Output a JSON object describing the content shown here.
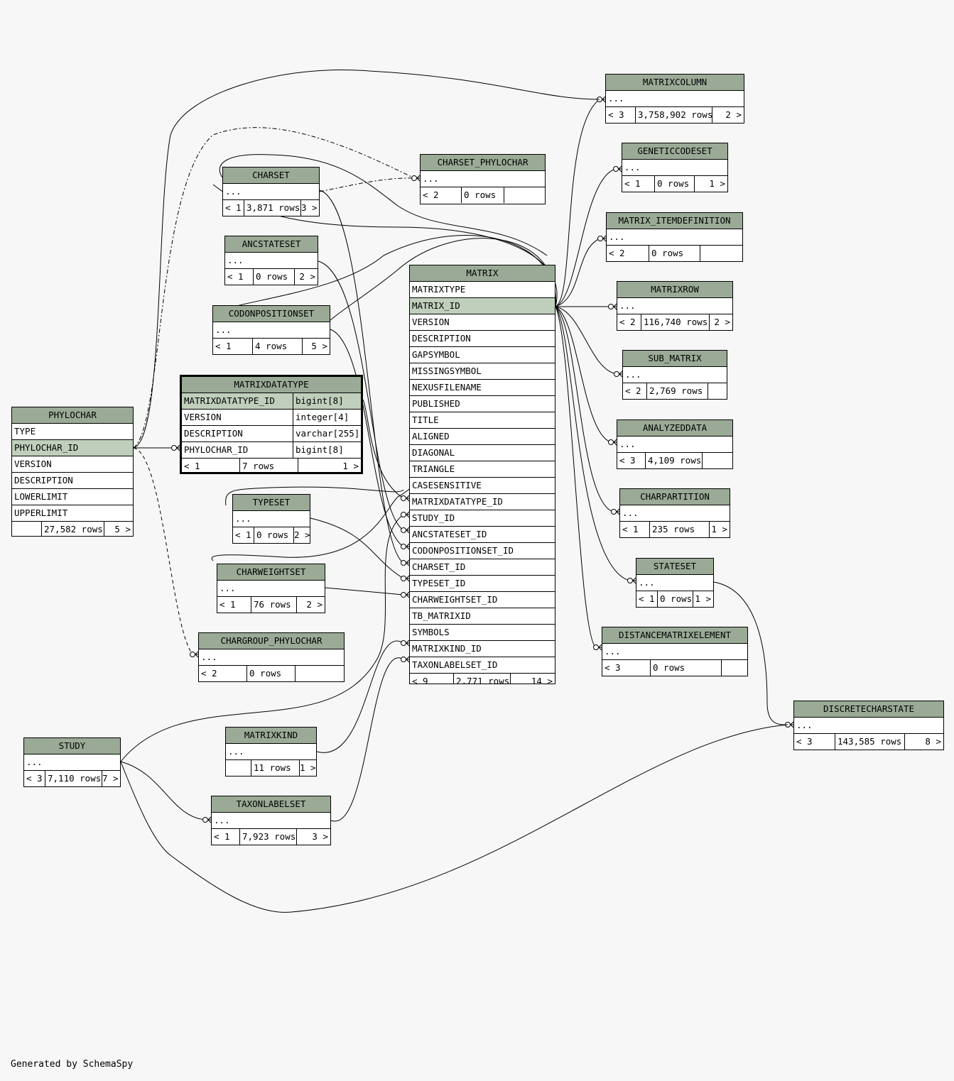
{
  "credit": "Generated by SchemaSpy",
  "tables": [
    {
      "id": "MATRIXCOLUMN",
      "name": "MATRIXCOLUMN",
      "dots": "...",
      "foot": [
        "< 3",
        "3,758,902 rows",
        "2 >"
      ]
    },
    {
      "id": "GENETICCODESET",
      "name": "GENETICCODESET",
      "dots": "...",
      "foot": [
        "< 1",
        "0 rows",
        "1 >"
      ]
    },
    {
      "id": "MATRIX_ITEMDEFINITION",
      "name": "MATRIX_ITEMDEFINITION",
      "dots": "...",
      "foot": [
        "< 2",
        "0 rows",
        ""
      ]
    },
    {
      "id": "MATRIXROW",
      "name": "MATRIXROW",
      "dots": "...",
      "foot": [
        "< 2",
        "116,740 rows",
        "2 >"
      ]
    },
    {
      "id": "SUB_MATRIX",
      "name": "SUB_MATRIX",
      "dots": "...",
      "foot": [
        "< 2",
        "2,769 rows",
        ""
      ]
    },
    {
      "id": "ANALYZEDDATA",
      "name": "ANALYZEDDATA",
      "dots": "...",
      "foot": [
        "< 3",
        "4,109 rows",
        ""
      ]
    },
    {
      "id": "CHARPARTITION",
      "name": "CHARPARTITION",
      "dots": "...",
      "foot": [
        "< 1",
        "235 rows",
        "1 >"
      ]
    },
    {
      "id": "STATESET",
      "name": "STATESET",
      "dots": "...",
      "foot": [
        "< 1",
        "0 rows",
        "1 >"
      ]
    },
    {
      "id": "DISTANCEMATRIXELEMENT",
      "name": "DISTANCEMATRIXELEMENT",
      "dots": "...",
      "foot": [
        "< 3",
        "0 rows",
        ""
      ]
    },
    {
      "id": "DISCRETECHARSTATE",
      "name": "DISCRETECHARSTATE",
      "dots": "...",
      "foot": [
        "< 3",
        "143,585 rows",
        "8 >"
      ]
    },
    {
      "id": "CHARSET_PHYLOCHAR",
      "name": "CHARSET_PHYLOCHAR",
      "dots": "...",
      "foot": [
        "< 2",
        "0 rows",
        ""
      ]
    },
    {
      "id": "CHARSET",
      "name": "CHARSET",
      "dots": "...",
      "foot": [
        "< 1",
        "3,871 rows",
        "3 >"
      ]
    },
    {
      "id": "ANCSTATESET",
      "name": "ANCSTATESET",
      "dots": "...",
      "foot": [
        "< 1",
        "0 rows",
        "2 >"
      ]
    },
    {
      "id": "CODONPOSITIONSET",
      "name": "CODONPOSITIONSET",
      "dots": "...",
      "foot": [
        "< 1",
        "4 rows",
        "5 >"
      ]
    },
    {
      "id": "TYPESET",
      "name": "TYPESET",
      "dots": "...",
      "foot": [
        "< 1",
        "0 rows",
        "2 >"
      ]
    },
    {
      "id": "CHARWEIGHTSET",
      "name": "CHARWEIGHTSET",
      "dots": "...",
      "foot": [
        "< 1",
        "76 rows",
        "2 >"
      ]
    },
    {
      "id": "CHARGROUP_PHYLOCHAR",
      "name": "CHARGROUP_PHYLOCHAR",
      "dots": "...",
      "foot": [
        "< 2",
        "0 rows",
        ""
      ]
    },
    {
      "id": "MATRIXKIND",
      "name": "MATRIXKIND",
      "dots": "...",
      "foot": [
        "",
        "11 rows",
        "1 >"
      ]
    },
    {
      "id": "TAXONLABELSET",
      "name": "TAXONLABELSET",
      "dots": "...",
      "foot": [
        "< 1",
        "7,923 rows",
        "3 >"
      ]
    },
    {
      "id": "STUDY",
      "name": "STUDY",
      "dots": "...",
      "foot": [
        "< 3",
        "7,110 rows",
        "7 >"
      ]
    },
    {
      "id": "PHYLOCHAR",
      "name": "PHYLOCHAR",
      "columns": [
        {
          "name": "TYPE"
        },
        {
          "name": "PHYLOCHAR_ID",
          "highlight": true
        },
        {
          "name": "VERSION"
        },
        {
          "name": "DESCRIPTION"
        },
        {
          "name": "LOWERLIMIT"
        },
        {
          "name": "UPPERLIMIT"
        }
      ],
      "foot": [
        "",
        "27,582 rows",
        "5 >"
      ]
    },
    {
      "id": "MATRIXDATATYPE",
      "name": "MATRIXDATATYPE",
      "selected": true,
      "columns": [
        {
          "name": "MATRIXDATATYPE_ID",
          "type": "bigint[8]",
          "highlight": true
        },
        {
          "name": "VERSION",
          "type": "integer[4]"
        },
        {
          "name": "DESCRIPTION",
          "type": "varchar[255]"
        },
        {
          "name": "PHYLOCHAR_ID",
          "type": "bigint[8]"
        }
      ],
      "foot": [
        "< 1",
        "7 rows",
        "1 >"
      ]
    },
    {
      "id": "MATRIX",
      "name": "MATRIX",
      "columns": [
        {
          "name": "MATRIXTYPE"
        },
        {
          "name": "MATRIX_ID",
          "highlight": true
        },
        {
          "name": "VERSION"
        },
        {
          "name": "DESCRIPTION"
        },
        {
          "name": "GAPSYMBOL"
        },
        {
          "name": "MISSINGSYMBOL"
        },
        {
          "name": "NEXUSFILENAME"
        },
        {
          "name": "PUBLISHED"
        },
        {
          "name": "TITLE"
        },
        {
          "name": "ALIGNED"
        },
        {
          "name": "DIAGONAL"
        },
        {
          "name": "TRIANGLE"
        },
        {
          "name": "CASESENSITIVE"
        },
        {
          "name": "MATRIXDATATYPE_ID"
        },
        {
          "name": "STUDY_ID"
        },
        {
          "name": "ANCSTATESET_ID"
        },
        {
          "name": "CODONPOSITIONSET_ID"
        },
        {
          "name": "CHARSET_ID"
        },
        {
          "name": "TYPESET_ID"
        },
        {
          "name": "CHARWEIGHTSET_ID"
        },
        {
          "name": "TB_MATRIXID"
        },
        {
          "name": "SYMBOLS"
        },
        {
          "name": "MATRIXKIND_ID"
        },
        {
          "name": "TAXONLABELSET_ID"
        }
      ],
      "foot": [
        "< 9",
        "2,771 rows",
        "14 >"
      ]
    }
  ]
}
